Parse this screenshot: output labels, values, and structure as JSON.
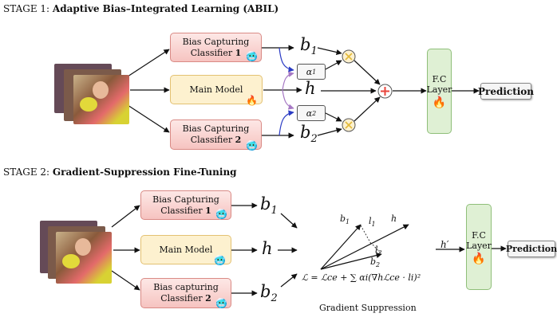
{
  "stage1": {
    "label": "STAGE 1: ",
    "title": "Adaptive Bias–Integrated Learning (ABIL)",
    "bias_top": {
      "line1": "Bias Capturing",
      "line2": "Classifier ",
      "num": "1"
    },
    "main_model": "Main Model",
    "bias_bottom": {
      "line1": "Bias Capturing",
      "line2": "Classifier ",
      "num": "2"
    },
    "b1": "b",
    "b1_sub": "1",
    "h": "h",
    "b2": "b",
    "b2_sub": "2",
    "alpha1": "α",
    "alpha1_sub": "1",
    "alpha2": "α",
    "alpha2_sub": "2",
    "fc": {
      "line1": "F.C",
      "line2": "Layer"
    },
    "prediction": "Prediction"
  },
  "stage2": {
    "label": "STAGE 2: ",
    "title": "Gradient-Suppression Fine-Tuning",
    "bias_top": {
      "line1": "Bias Capturing",
      "line2": "Classifier ",
      "num": "1"
    },
    "main_model": "Main Model",
    "bias_bottom": {
      "line1": "Bias  capturing",
      "line2": "Classifier ",
      "num": "2"
    },
    "b1": "b",
    "b1_sub": "1",
    "h": "h",
    "b2": "b",
    "b2_sub": "2",
    "gs": {
      "b1": "b",
      "b1_sub": "1",
      "l1": "l",
      "l1_sub": "1",
      "h": "h",
      "l2": "l",
      "l2_sub": "2",
      "b2": "b",
      "b2_sub": "2",
      "formula": "ℒ = ℒce + ∑ αi(∇hℒce · li)²",
      "caption": "Gradient Suppression"
    },
    "h_prime": "h′",
    "fc": {
      "line1": "F.C",
      "line2": "Layer"
    },
    "prediction": "Prediction"
  },
  "colors": {
    "bias": "#f6c3c0",
    "main": "#fdf1cf",
    "fc": "#dff0d4",
    "plus": "#e8453c",
    "multiply": "#f2d26b"
  },
  "icons": [
    "frozen-face-icon",
    "fire-icon",
    "multiply-icon",
    "plus-icon"
  ]
}
